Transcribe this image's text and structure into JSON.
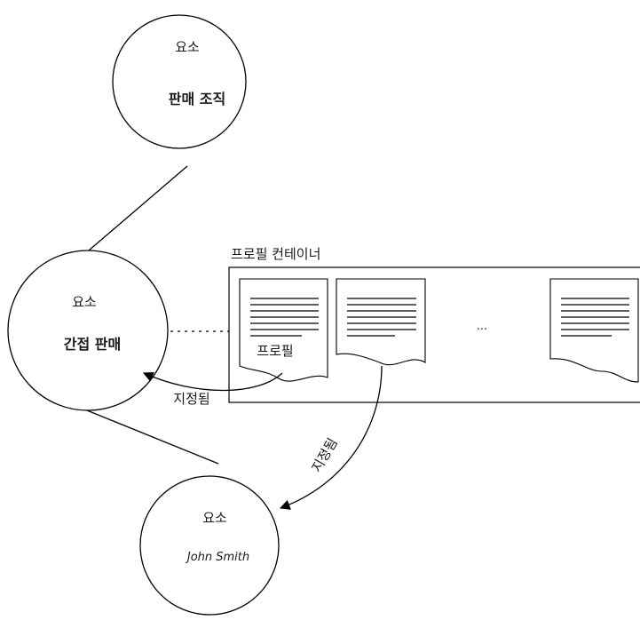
{
  "nodes": {
    "top": {
      "type_label": "요소",
      "name": "판매 조직"
    },
    "middle": {
      "type_label": "요소",
      "name": "간접 판매"
    },
    "bottom": {
      "type_label": "요소",
      "name": "John Smith"
    }
  },
  "container": {
    "title": "프로필 컨테이너",
    "first_doc_label": "프로필",
    "ellipsis": "..."
  },
  "edges": {
    "assigned_left": "지정됨",
    "assigned_bottom": "지정됨"
  }
}
